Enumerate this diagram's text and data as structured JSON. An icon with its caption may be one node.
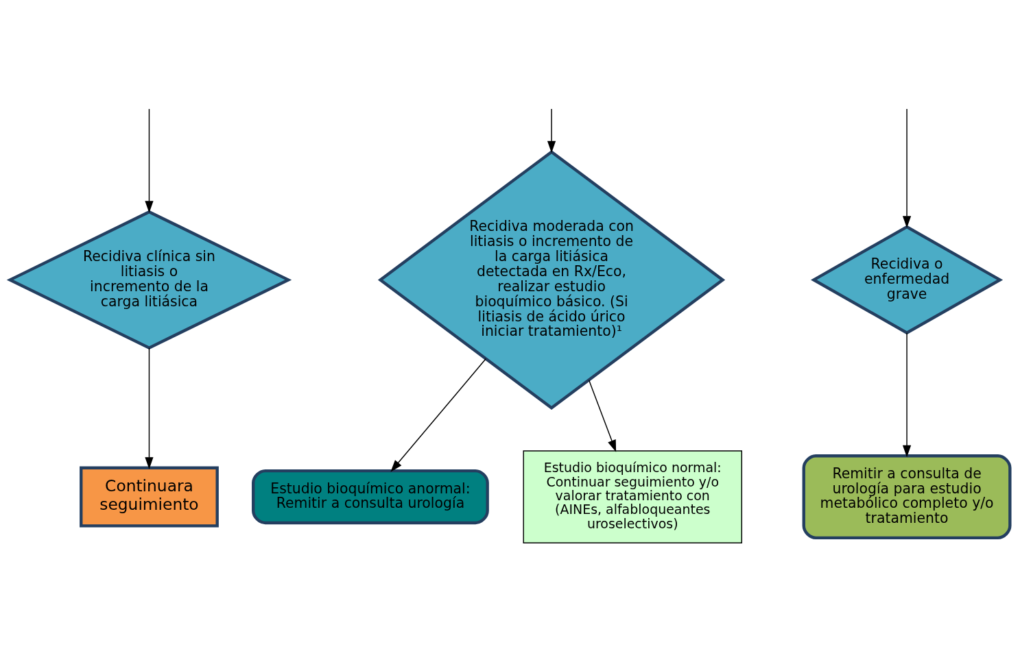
{
  "diagram": {
    "nodes": [
      {
        "text": [
          "Recidiva clínica sin litiasis o incremento de la carga litiásica"
        ]
      },
      {
        "text": [
          "Recidiva moderada con litiasis o incremento de la carga litiásica detectada en Rx/Eco, realizar estudio bioquímico básico. (Si litiasis de ácido úrico iniciar tratamiento)¹"
        ]
      },
      {
        "text": [
          "Recidiva o enfermedad grave"
        ]
      },
      {
        "text": [
          "Continuara seguimiento"
        ]
      },
      {
        "text": [
          "Estudio bioquímico anormal: Remitir a consulta urología"
        ]
      },
      {
        "text": [
          "Remitir a consulta de urología para estudio metabólico completo y/o tratamiento"
        ]
      },
      {
        "text": [
          "Estudio bioquímico normal: Continuar seguimiento y/o valorar tratamiento con (AINEs, alfabloqueantes uroselectivos)"
        ]
      }
    ],
    "edges": [
      {
        "from": null,
        "to": 1,
        "arrow": "to"
      },
      {
        "from": null,
        "to": 0,
        "arrow": "to"
      },
      {
        "from": null,
        "to": 2,
        "arrow": "to"
      },
      {
        "from": 0,
        "to": 3,
        "arrow": "to"
      },
      {
        "from": 1,
        "to": 4,
        "arrow": "to"
      },
      {
        "from": 1,
        "to": 6,
        "arrow": "to"
      },
      {
        "from": 2,
        "to": 5,
        "arrow": "to"
      }
    ]
  }
}
